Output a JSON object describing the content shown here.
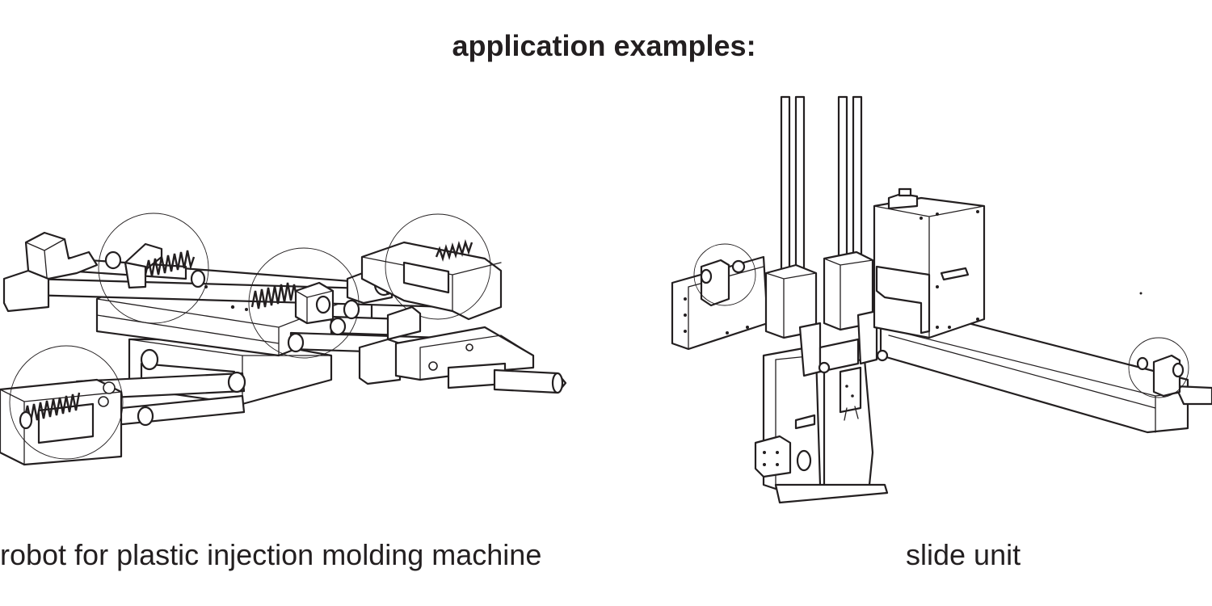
{
  "title": "application examples:",
  "figures": [
    {
      "id": "robot",
      "caption": "robot for plastic injection molding machine"
    },
    {
      "id": "slide",
      "caption": "slide unit"
    }
  ],
  "colors": {
    "ink": "#231f20",
    "background": "#ffffff"
  }
}
